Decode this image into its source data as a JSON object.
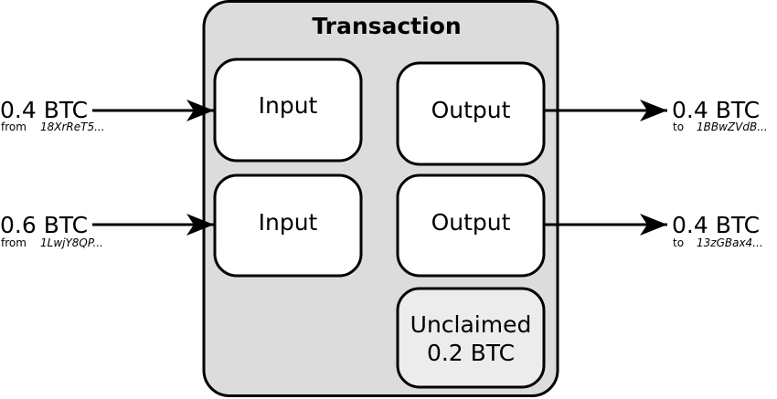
{
  "transaction": {
    "title": "Transaction",
    "inputs": [
      {
        "box_label": "Input",
        "amount": "0.4 BTC",
        "prefix": "from",
        "address": "18XrReT5..."
      },
      {
        "box_label": "Input",
        "amount": "0.6 BTC",
        "prefix": "from",
        "address": "1LwjY8QP..."
      }
    ],
    "outputs": [
      {
        "box_label": "Output",
        "amount": "0.4 BTC",
        "prefix": "to",
        "address": "1BBwZVdB..."
      },
      {
        "box_label": "Output",
        "amount": "0.4 BTC",
        "prefix": "to",
        "address": "13zGBax4..."
      }
    ],
    "unclaimed": {
      "line1": "Unclaimed",
      "line2": "0.2 BTC"
    }
  },
  "colors": {
    "container_fill": "#dcdcdc",
    "box_fill": "#ffffff",
    "unclaimed_fill": "#ececec",
    "stroke": "#000000"
  }
}
